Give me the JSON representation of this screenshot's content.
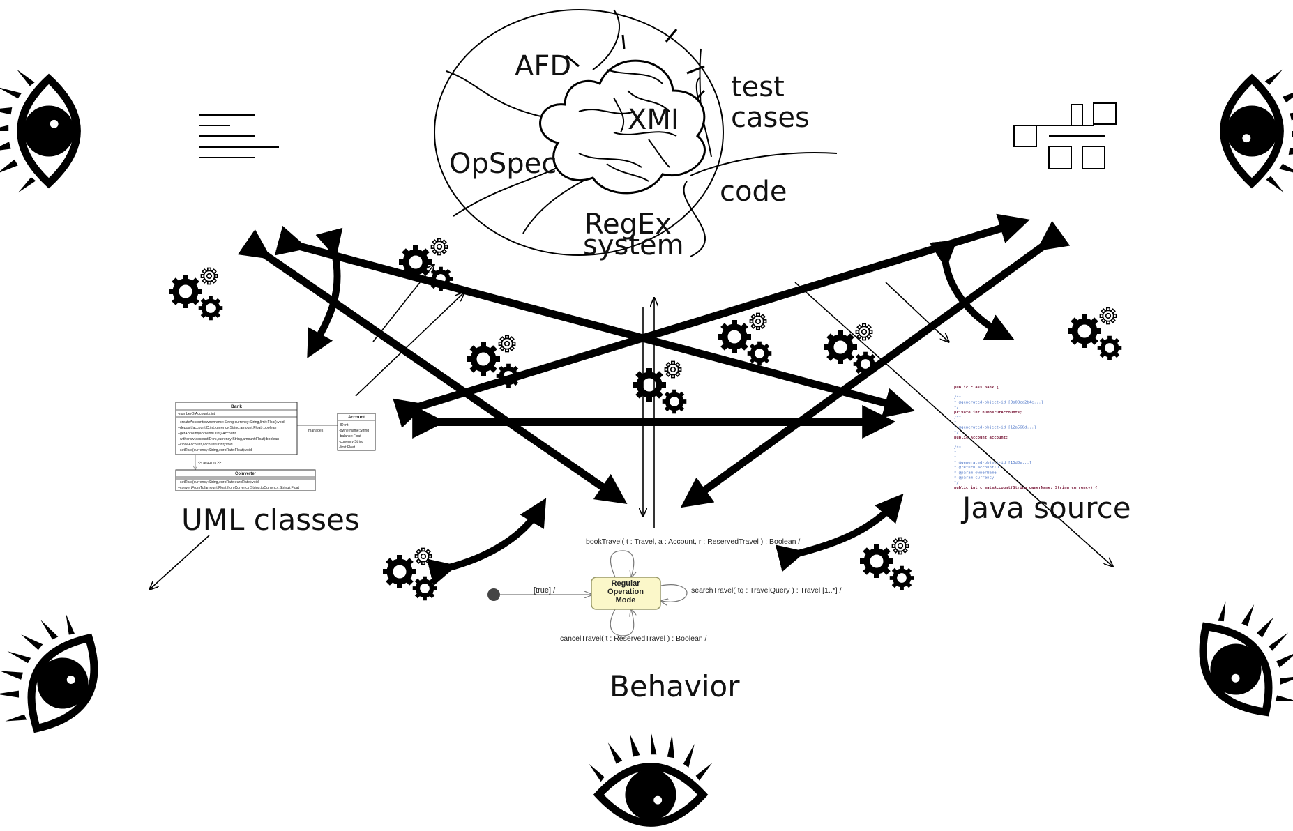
{
  "colors": {
    "ink": "#000000",
    "state_fill": "#fbf7c9",
    "state_border": "#9a9a6a",
    "java_keyword": "#7a1a3a",
    "java_comment": "#4b74c7"
  },
  "cloud": {
    "regions": [
      "AFD",
      "XMI",
      "test",
      "cases",
      "OpSpec",
      "code",
      "RegEx",
      "system"
    ]
  },
  "labels": {
    "uml": "UML classes",
    "java": "Java source",
    "behavior": "Behavior"
  },
  "uml_diagram": {
    "bank": {
      "name": "Bank",
      "attributes": [
        "-numberOfAccounts:int"
      ],
      "operations": [
        "+createAccount(ownername:String,currency:String,limit:Float):void",
        "+deposit(accountID:int,currency:String,amount:Float):boolean",
        "+getAccount(accountID:int):Account",
        "+withdraw(accountID:int,currency:String,amount:Float):boolean",
        "+closeAccount(accountID:int):void",
        "+setRate(currency:String,euroRate:Float):void"
      ]
    },
    "account": {
      "name": "Account",
      "attributes": [
        "-ID:int",
        "-ownerName:String",
        "-balance:Float",
        "-currency:String",
        "-limit:Float"
      ]
    },
    "converter": {
      "name": "Coinverter",
      "operations": [
        "+setRate(currency:String,euroRate:euroRate):void",
        "+convertFromTo(amount:Float,fromCurrency:String,toCurrency:String):Float"
      ]
    },
    "manages": "manages",
    "acquires": "<< acquires >>"
  },
  "java_code": {
    "lines": [
      {
        "text": "public class Bank {",
        "kind": "kw"
      },
      {
        "text": "",
        "kind": "plain"
      },
      {
        "text": "/**",
        "kind": "cm"
      },
      {
        "text": " * @generated-object-id [3a08cd2b4e...]",
        "kind": "cm"
      },
      {
        "text": " */",
        "kind": "cm"
      },
      {
        "text": "  private int numberOfAccounts;",
        "kind": "kw"
      },
      {
        "text": "/**",
        "kind": "cm"
      },
      {
        "text": " *",
        "kind": "cm"
      },
      {
        "text": " * @generated-object-id [12a560d...]",
        "kind": "cm"
      },
      {
        "text": " */",
        "kind": "cm"
      },
      {
        "text": "  public Account account;",
        "kind": "kw"
      },
      {
        "text": "",
        "kind": "plain"
      },
      {
        "text": "/**",
        "kind": "cm"
      },
      {
        "text": " *",
        "kind": "cm"
      },
      {
        "text": " *",
        "kind": "cm"
      },
      {
        "text": " * @generated-object-id [15d0e...]",
        "kind": "cm"
      },
      {
        "text": " * @return accountID",
        "kind": "cm"
      },
      {
        "text": " * @param ownerName",
        "kind": "cm"
      },
      {
        "text": " * @param currency",
        "kind": "cm"
      },
      {
        "text": " */",
        "kind": "cm"
      },
      {
        "text": "  public int createAccount(String ownerName, String currency) {",
        "kind": "kw"
      }
    ]
  },
  "state_machine": {
    "state": [
      "Regular",
      "Operation",
      "Mode"
    ],
    "guard": "[true]  /",
    "book": "bookTravel( t : Travel, a : Account, r : ReservedTravel ) : Boolean /",
    "search": "searchTravel( tq : TravelQuery ) : Travel [1..*] /",
    "cancel": "cancelTravel( t : ReservedTravel ) : Boolean /"
  },
  "icons": [
    "eye-icon",
    "gears-icon",
    "list-icon",
    "class-hierarchy-icon",
    "brain-icon"
  ]
}
